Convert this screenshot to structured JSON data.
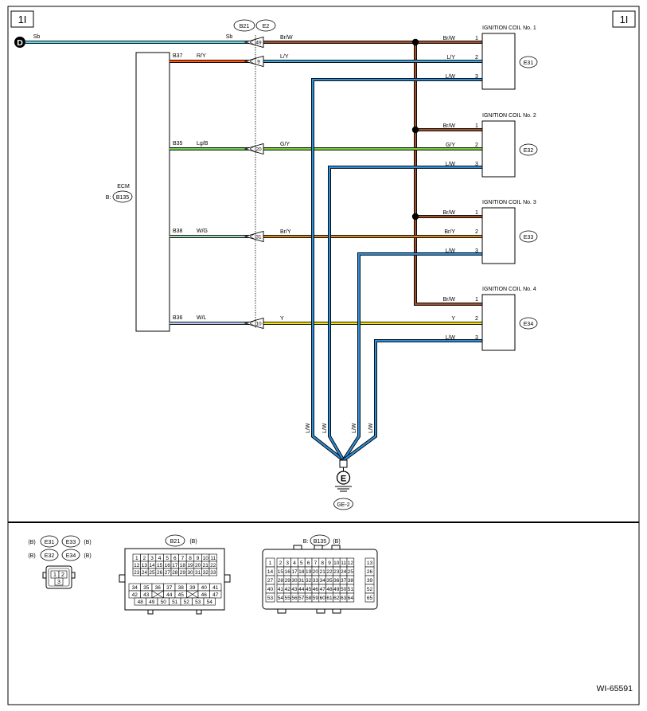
{
  "page": {
    "tag_left": "1I",
    "tag_right": "1I",
    "figure_id": "WI-65591"
  },
  "ecm": {
    "label": "ECM",
    "conn_prefix": "B:",
    "conn": "B135"
  },
  "source": {
    "letter": "D",
    "wire": "Sb",
    "wire_right": "Sb"
  },
  "inline_connectors": [
    "B21",
    "E2"
  ],
  "rows": [
    {
      "ecm_pin": "",
      "ecm_wire": "",
      "pin": "49",
      "wire": "Br/W",
      "ecm_color": "",
      "color": "#a0522d"
    },
    {
      "ecm_pin": "B37",
      "ecm_wire": "R/Y",
      "pin": "9",
      "wire": "L/Y",
      "ecm_color": "#ff5a14",
      "color": "#4aa8d8"
    },
    {
      "ecm_pin": "B35",
      "ecm_wire": "Lg/B",
      "pin": "20",
      "wire": "G/Y",
      "ecm_color": "#6fcf50",
      "color": "#7acc3a"
    },
    {
      "ecm_pin": "B38",
      "ecm_wire": "W/G",
      "pin": "31",
      "wire": "Br/Y",
      "ecm_color": "#a8dcb8",
      "color": "#d48a2a"
    },
    {
      "ecm_pin": "B36",
      "ecm_wire": "W/L",
      "pin": "10",
      "wire": "Y",
      "ecm_color": "#b8c8f0",
      "color": "#f2e21a"
    }
  ],
  "coils": [
    {
      "title": "IGNITION COIL No. 1",
      "conn": "E31",
      "pins": [
        {
          "n": "1",
          "w": "Br/W"
        },
        {
          "n": "2",
          "w": "L/Y"
        },
        {
          "n": "3",
          "w": "L/W"
        }
      ]
    },
    {
      "title": "IGNITION COIL No. 2",
      "conn": "E32",
      "pins": [
        {
          "n": "1",
          "w": "Br/W"
        },
        {
          "n": "2",
          "w": "G/Y"
        },
        {
          "n": "3",
          "w": "L/W"
        }
      ]
    },
    {
      "title": "IGNITION COIL No. 3",
      "conn": "E33",
      "pins": [
        {
          "n": "1",
          "w": "Br/W"
        },
        {
          "n": "2",
          "w": "Br/Y"
        },
        {
          "n": "3",
          "w": "L/W"
        }
      ]
    },
    {
      "title": "IGNITION COIL No. 4",
      "conn": "E34",
      "pins": [
        {
          "n": "1",
          "w": "Br/W"
        },
        {
          "n": "2",
          "w": "Y"
        },
        {
          "n": "3",
          "w": "L/W"
        }
      ]
    }
  ],
  "ground": {
    "letter": "E",
    "conn": "GE-2",
    "wire_labels": [
      "L/W",
      "L/W",
      "L/W",
      "L/W"
    ]
  },
  "colors": {
    "brw": "#a0522d",
    "lw": "#2f8fd8",
    "sb": "#5fd8e8"
  },
  "legend": {
    "coil_conns": [
      {
        "pre": "(B)",
        "id": "E31"
      },
      {
        "id": "E33",
        "post": "(B)"
      },
      {
        "pre": "(B)",
        "id": "E32"
      },
      {
        "id": "E34",
        "post": "(B)"
      }
    ],
    "coil_pins": [
      "1",
      "2",
      "3"
    ],
    "b21": {
      "id": "B21",
      "post": "(B)",
      "rows": [
        [
          "1",
          "2",
          "3",
          "4",
          "5",
          "6",
          "7",
          "8",
          "9",
          "10",
          "11"
        ],
        [
          "12",
          "13",
          "14",
          "15",
          "16",
          "17",
          "18",
          "19",
          "20",
          "21",
          "22"
        ],
        [
          "23",
          "24",
          "25",
          "26",
          "27",
          "28",
          "29",
          "30",
          "31",
          "32",
          "33"
        ],
        [
          "34",
          "35",
          "36",
          "37",
          "38",
          "39",
          "40",
          "41"
        ],
        [
          "42",
          "43",
          "",
          "44",
          "45",
          "",
          "46",
          "47"
        ],
        [
          "48",
          "49",
          "50",
          "51",
          "52",
          "53",
          "54"
        ]
      ]
    },
    "b135": {
      "pre": "B:",
      "id": "B135",
      "post": "(B)",
      "rows": [
        [
          "1",
          "2",
          "3",
          "4",
          "5",
          "6",
          "7",
          "8",
          "9",
          "10",
          "11",
          "12",
          "13"
        ],
        [
          "14",
          "15",
          "16",
          "17",
          "18",
          "19",
          "20",
          "21",
          "22",
          "23",
          "24",
          "25",
          "26"
        ],
        [
          "27",
          "28",
          "29",
          "30",
          "31",
          "32",
          "33",
          "34",
          "35",
          "36",
          "37",
          "38",
          "39"
        ],
        [
          "40",
          "41",
          "42",
          "43",
          "44",
          "45",
          "46",
          "47",
          "48",
          "49",
          "50",
          "51",
          "52"
        ],
        [
          "53",
          "54",
          "55",
          "56",
          "57",
          "58",
          "59",
          "60",
          "61",
          "62",
          "63",
          "64",
          "65"
        ]
      ]
    }
  }
}
